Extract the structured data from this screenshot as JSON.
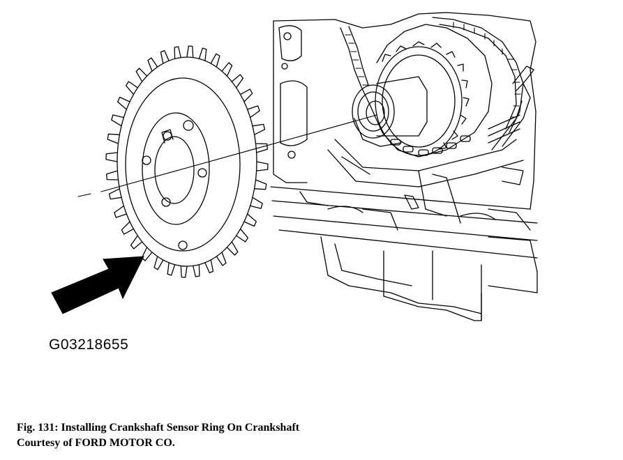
{
  "figure": {
    "part_id": "G03218655",
    "caption": "Fig. 131: Installing Crankshaft Sensor Ring On Crankshaft",
    "courtesy": "Courtesy of FORD MOTOR CO."
  },
  "colors": {
    "ink": "#000000",
    "paper": "#ffffff"
  }
}
